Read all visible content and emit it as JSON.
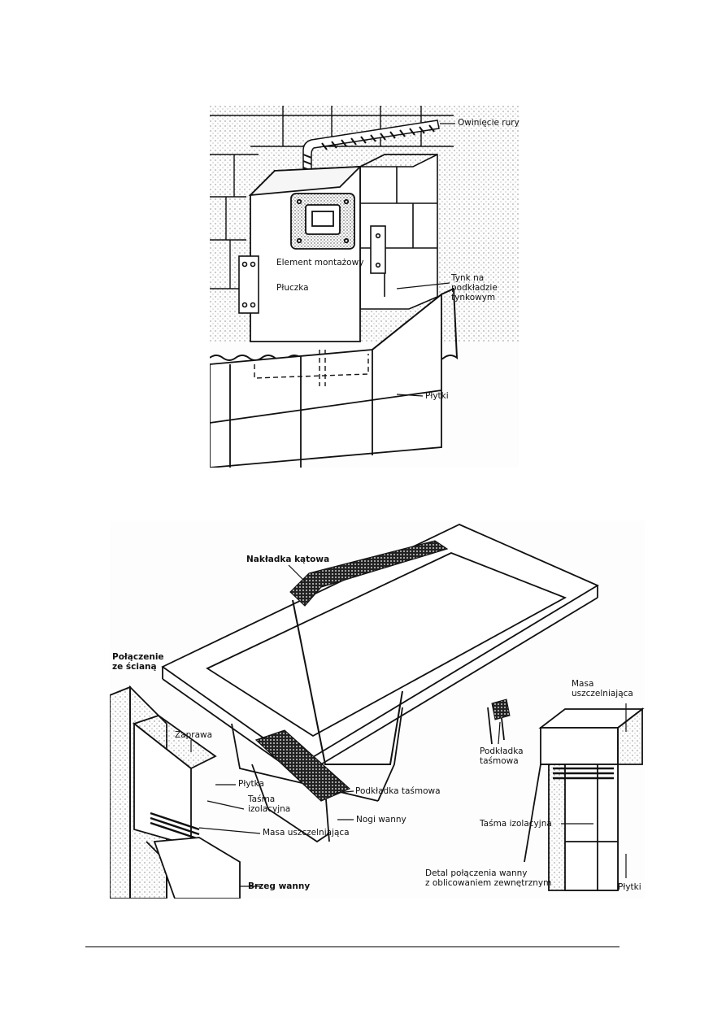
{
  "figures": {
    "top": {
      "labels": {
        "pipe_wrap": "Owinięcie rury",
        "mounting": "Element montażowy",
        "cistern": "Płuczka",
        "plaster_1": "Tynk na",
        "plaster_2": "podkładzie",
        "plaster_3": "tynkowym",
        "tiles": "Płytki"
      }
    },
    "bottom": {
      "labels": {
        "corner_cap": "Nakładka kątowa",
        "wall_conn_1": "Połączenie",
        "wall_conn_2": "ze ścianą",
        "mortar": "Zaprawa",
        "tile": "Płytka",
        "tape_1": "Taśma",
        "tape_2": "izolacyjna",
        "sealant_left": "Masa uszczelniająca",
        "tub_edge": "Brzeg wanny",
        "tape_pad_center": "Podkładka taśmowa",
        "tub_legs": "Nogi wanny",
        "sealant_right_1": "Masa",
        "sealant_right_2": "uszczelniająca",
        "tape_pad_right_1": "Podkładka",
        "tape_pad_right_2": "taśmowa",
        "tape_right": "Taśma izolacyjna",
        "tiles_right": "Płytki",
        "detail_1": "Detal połączenia wanny",
        "detail_2": "z oblicowaniem zewnętrznym"
      }
    }
  }
}
